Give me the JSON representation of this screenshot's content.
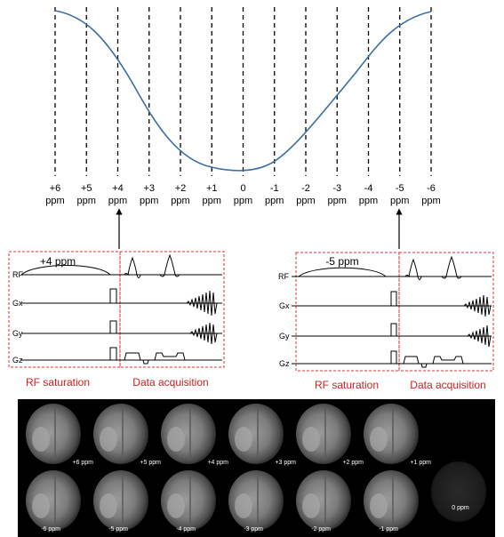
{
  "zspectrum": {
    "offsets": [
      {
        "value": "+6",
        "unit": "ppm"
      },
      {
        "value": "+5",
        "unit": "ppm"
      },
      {
        "value": "+4",
        "unit": "ppm"
      },
      {
        "value": "+3",
        "unit": "ppm"
      },
      {
        "value": "+2",
        "unit": "ppm"
      },
      {
        "value": "+1",
        "unit": "ppm"
      },
      {
        "value": "0",
        "unit": "ppm"
      },
      {
        "value": "-1",
        "unit": "ppm"
      },
      {
        "value": "-2",
        "unit": "ppm"
      },
      {
        "value": "-3",
        "unit": "ppm"
      },
      {
        "value": "-4",
        "unit": "ppm"
      },
      {
        "value": "-5",
        "unit": "ppm"
      },
      {
        "value": "-6",
        "unit": "ppm"
      }
    ],
    "curve_color": "#3b6ea5"
  },
  "sequences": [
    {
      "saturation_label": "+4 ppm",
      "channels": [
        "RF",
        "Gx",
        "Gy",
        "Gz"
      ],
      "section_labels": [
        "RF saturation",
        "Data acquisition"
      ]
    },
    {
      "saturation_label": "-5 ppm",
      "channels": [
        "RF",
        "Gx",
        "Gy",
        "Gz"
      ],
      "section_labels": [
        "RF saturation",
        "Data acquisition"
      ]
    }
  ],
  "images": {
    "top_row": [
      "+6 ppm",
      "+5 ppm",
      "+4 ppm",
      "+3 ppm",
      "+2 ppm",
      "+1 ppm"
    ],
    "bottom_row": [
      "-6 ppm",
      "-5 ppm",
      "-4 ppm",
      "-3 ppm",
      "-2 ppm",
      "-1 ppm"
    ],
    "center": "0 ppm"
  },
  "colors": {
    "dashed_box": "#e03030",
    "section_label": "#cc1f1f"
  }
}
